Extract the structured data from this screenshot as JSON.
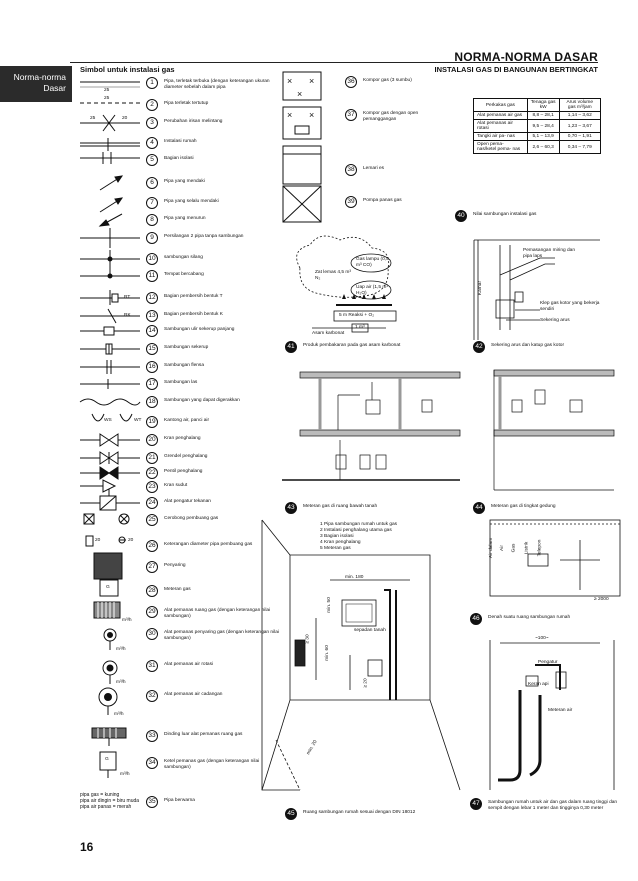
{
  "header": {
    "title": "NORMA-NORMA DASAR",
    "subtitle_left": "Simbol untuk instalasi gas",
    "subtitle_right": "INSTALASI GAS DI BANGUNAN BERTINGKAT",
    "side_tab": [
      "Norma-norma",
      "Dasar"
    ]
  },
  "symbols": [
    {
      "no": "1",
      "text": "Pipa, terletak terbuka (dengan keterangan ukuran diameter sebelah dalam pipa"
    },
    {
      "no": "2",
      "text": "Pipa terletak tertutup"
    },
    {
      "no": "3",
      "text": "Perubahan irisan melintang"
    },
    {
      "no": "4",
      "text": "Instalasi rumah"
    },
    {
      "no": "5",
      "text": "Bagian isolasi"
    },
    {
      "no": "6",
      "text": "Pipa yang mendaki"
    },
    {
      "no": "7",
      "text": "Pipa yang selalu mendaki"
    },
    {
      "no": "8",
      "text": "Pipa yang menurun"
    },
    {
      "no": "9",
      "text": "Persilangan 2 pipa tanpa sambungan"
    },
    {
      "no": "10",
      "text": "sambungan silang"
    },
    {
      "no": "11",
      "text": "Tempat bercabang"
    },
    {
      "no": "12",
      "text": "Bagian pembersih bentuk T"
    },
    {
      "no": "13",
      "text": "Bagian pembersih bentuk K"
    },
    {
      "no": "14",
      "text": "Sambungan ulir sekerup panjang"
    },
    {
      "no": "15",
      "text": "Sambungan sekerup"
    },
    {
      "no": "16",
      "text": "Sambungan flensa"
    },
    {
      "no": "17",
      "text": "Sambungan las"
    },
    {
      "no": "18",
      "text": "Sambungan yang dapat digerakkan"
    },
    {
      "no": "19",
      "text": "Kantong air, panci air"
    },
    {
      "no": "20",
      "text": "Kran penghalang"
    },
    {
      "no": "21",
      "text": "Grendel penghalang"
    },
    {
      "no": "22",
      "text": "Pentil penghalang"
    },
    {
      "no": "23",
      "text": "Kran sudut"
    },
    {
      "no": "24",
      "text": "Alat pengatur tekanan"
    },
    {
      "no": "25",
      "text": "Cerobong pembuang gas"
    },
    {
      "no": "26",
      "text": "Keterangan diameter pipa pembuang gas"
    },
    {
      "no": "27",
      "text": "Penyaring"
    },
    {
      "no": "28",
      "text": "Meteran gas"
    },
    {
      "no": "29",
      "text": "Alat pemanas ruang gas (dengan keterangan nilai sambungan)"
    },
    {
      "no": "30",
      "text": "Alat pemanas penyaring gas (dengan keterangan nilai sambungan)"
    },
    {
      "no": "31",
      "text": "Alat pemanas air rotasi"
    },
    {
      "no": "32",
      "text": "Alat pemanas air cadangan"
    },
    {
      "no": "33",
      "text": "Dinding luar alat pemanas ruang gas"
    },
    {
      "no": "34",
      "text": "Ketel pemanas gas (dengan keterangan nilai sambungan)"
    },
    {
      "no": "35",
      "text": "Pipa berwarna"
    },
    {
      "no": "36",
      "text": "Kompor gas (3 sumbu)"
    },
    {
      "no": "37",
      "text": "Kompor gas dengan open pemanggangan"
    },
    {
      "no": "38",
      "text": "Lemari es"
    },
    {
      "no": "39",
      "text": "Pompa panas gas"
    }
  ],
  "symbol_marks": {
    "s1_dim": "25",
    "s2_dim": "25",
    "s3_left": "25",
    "s3_right": "20",
    "s12": "RT",
    "s13": "RK",
    "s19_a": "WS",
    "s19_b": "WT",
    "s26_a": "20",
    "s26_b": "20",
    "meter_g": "G",
    "unit": "m³/h"
  },
  "table": {
    "headers": [
      "Perkakas gas",
      "Tenaga gas kW",
      "Arus volume gas m³/jam"
    ],
    "rows": [
      [
        "Alat pemanas air gas",
        "8,8 – 28,1",
        "1,14 – 3,62"
      ],
      [
        "Alat pemanas air rotasi",
        "9,5 – 28,4",
        "1,23 – 3,67"
      ],
      [
        "Tangki air pa- nas",
        "5,1 – 13,9",
        "0,70 – 1,91"
      ],
      [
        "Open pema- nas/ketel pema- nas",
        "2,6 – 60,3",
        "0,34 – 7,79"
      ]
    ]
  },
  "figures": {
    "f40": {
      "no": "40",
      "caption": "Nilai sambungan instalasi gas"
    },
    "f41": {
      "no": "41",
      "caption": "Produk pembakaran pada gas asam karbonat",
      "labels": [
        "Gas lampu (0,5 m³ CO)",
        "Zat lemas 4,5 m³ N₂",
        "Uap air (1,5 m³ H₂O)",
        "5 m Reaksi + O₂",
        "Asam karbonat",
        "1 m³"
      ]
    },
    "f42": {
      "no": "42",
      "caption": "Sekering arus dan katup gas kotor",
      "labels": [
        "Pemasangan miring dan pipa laps",
        "Kamar",
        "Klep gas kotor yang bekerja sendiri",
        "Sekering arus"
      ]
    },
    "f43": {
      "no": "43",
      "caption": "Meteran gas di ruang bawah tanah"
    },
    "f44": {
      "no": "44",
      "caption": "Meteran gas di tingkat gedung"
    },
    "f45": {
      "no": "45",
      "caption": "Ruang sambungan rumah sesuai dengan DIN 18012",
      "legend": [
        "1 Pipa sambungan rumah untuk gas",
        "2 Instalasi penghalang utama gas",
        "3 Bagian isolasi",
        "4 Kran penghalang",
        "5 Meteran gas"
      ],
      "dims": [
        "min. 180",
        "min. 50",
        "sepadan tanah",
        "≥ 30",
        "min. 60",
        "≥ 20",
        "min. 20"
      ]
    },
    "f46": {
      "no": "46",
      "caption": "Denah suatu ruang sambungan rumah",
      "labels": [
        "Air dalam",
        "Air",
        "Gas",
        "Listrik",
        "Telepon",
        "≥ 2000"
      ]
    },
    "f47": {
      "no": "47",
      "caption": "Sambungan rumah untuk air dan gas dalam ruang tinggi dan sempit dengan lebar 1 meter dan tingginya 0,30 meter",
      "labels": [
        "~100~",
        "Pengatur",
        "Keran api",
        "Meteran air"
      ]
    }
  },
  "color_legend": [
    "pipa gas = kuning",
    "pipa air dingin = biru muda",
    "pipa air panas = merah"
  ],
  "page_number": "16"
}
